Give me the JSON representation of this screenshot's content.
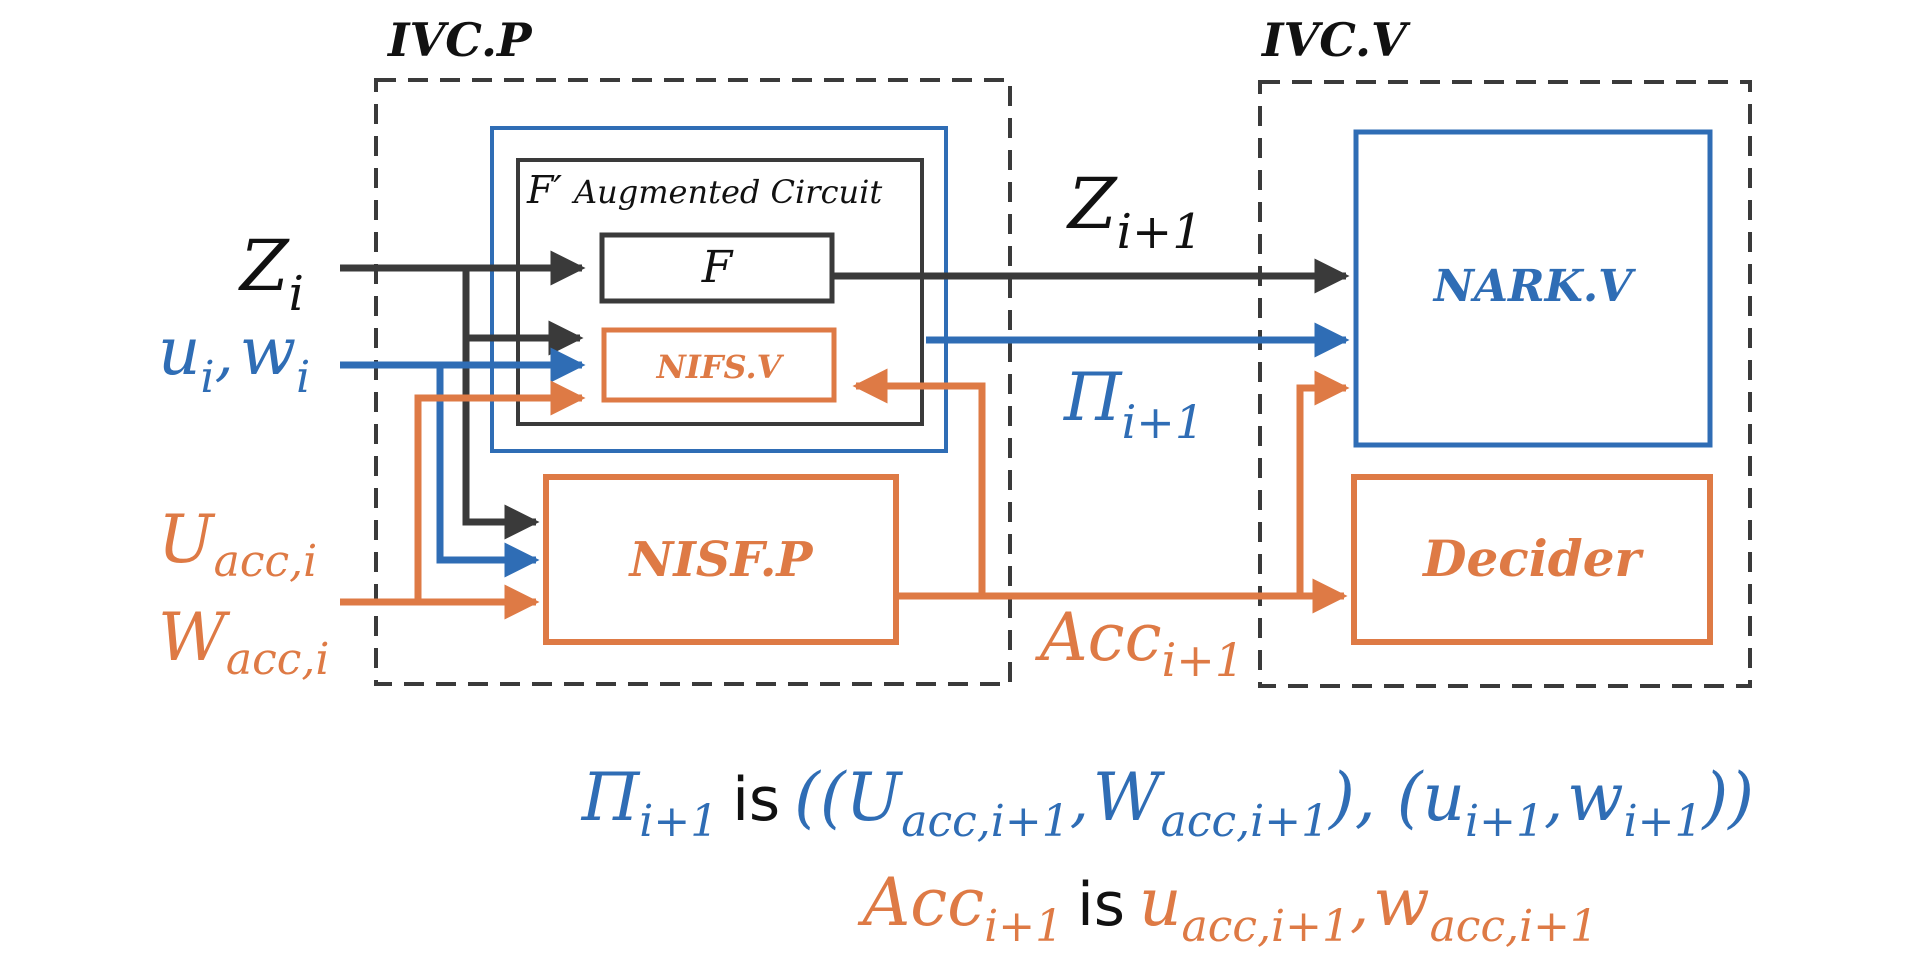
{
  "colors": {
    "black": "#3a3a3a",
    "text_black": "#111111",
    "blue": "#2f6db5",
    "orange": "#de7a45",
    "background": "#ffffff"
  },
  "groups": {
    "prover": "IVC.P",
    "verifier": "IVC.V"
  },
  "blocks": {
    "augmented_circuit_prime": "F′",
    "augmented_circuit_label": "Augmented Circuit",
    "f": "F",
    "nifs_v": "NIFS.V",
    "nisf_p": "NISF.P",
    "nark_v": "NARK.V",
    "decider": "Decider"
  },
  "signals": {
    "z": {
      "base": "Z",
      "sub": "i"
    },
    "z_next": {
      "base": "Z",
      "sub": "i+1"
    },
    "u": {
      "base": "u",
      "sub": "i"
    },
    "comma": ",",
    "w": {
      "base": "w",
      "sub": "i"
    },
    "u_acc": {
      "base": "U",
      "sub": "acc,i"
    },
    "w_acc": {
      "base": "W",
      "sub": "acc,i"
    },
    "pi_next": {
      "base": "Π",
      "sub": "i+1"
    },
    "acc_next": {
      "base": "Acc",
      "sub": "i+1"
    }
  },
  "legend": {
    "line1": {
      "pi_base": "Π",
      "pi_sub": "i+1",
      "is": "is",
      "open": "((",
      "u_acc_base": "U",
      "u_acc_sub": "acc,i+1",
      "sep1": ",",
      "w_acc_base": "W",
      "w_acc_sub": "acc,i+1",
      "mid": "), (",
      "u_base": "u",
      "u_sub": "i+1",
      "sep2": ",",
      "w_base": "w",
      "w_sub": "i+1",
      "close": "))"
    },
    "line2": {
      "acc_base": "Acc",
      "acc_sub": "i+1",
      "is": "is",
      "u_base": "u",
      "u_sub": "acc,i+1",
      "sep": ",",
      "w_base": "w",
      "w_sub": "acc,i+1"
    }
  }
}
